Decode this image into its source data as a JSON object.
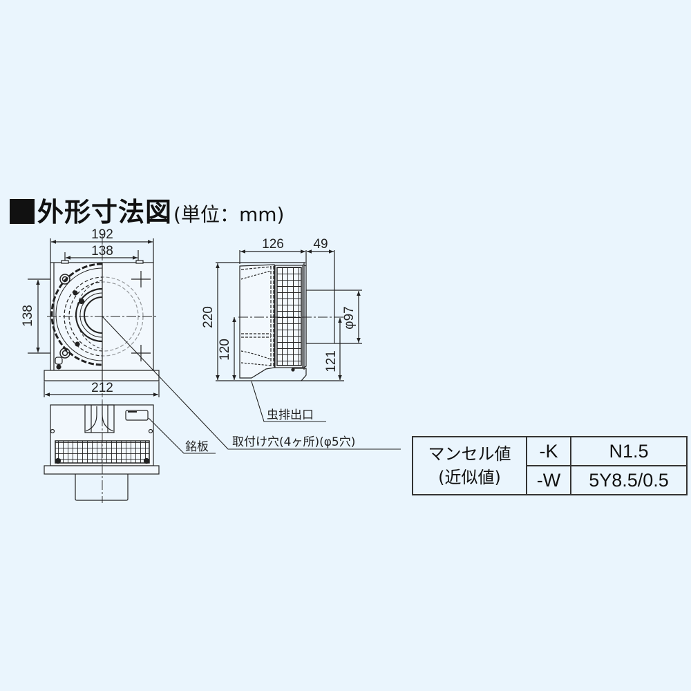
{
  "title": {
    "marker": "■",
    "main": "外形寸法図",
    "unit": "(単位：mm)"
  },
  "front_view": {
    "dimensions": {
      "overall_width": "192",
      "hole_pitch_horizontal": "138",
      "hole_pitch_vertical": "138",
      "flange_width": "212"
    }
  },
  "side_view": {
    "dimensions": {
      "depth": "126",
      "duct_length": "49",
      "overall_height": "220",
      "center_height": "120",
      "duct_diameter": "φ97",
      "duct_center_height": "121"
    }
  },
  "callouts": {
    "insect_outlet": "虫排出口",
    "mounting_holes": "取付け穴(4ヶ所)(φ5穴)",
    "nameplate": "銘板"
  },
  "munsell_table": {
    "header_line1": "マンセル値",
    "header_line2": "(近似値)",
    "rows": [
      {
        "code": "-K",
        "value": "N1.5"
      },
      {
        "code": "-W",
        "value": "5Y8.5/0.5"
      }
    ]
  },
  "colors": {
    "background": "#eaf5fd",
    "line": "#222222"
  }
}
